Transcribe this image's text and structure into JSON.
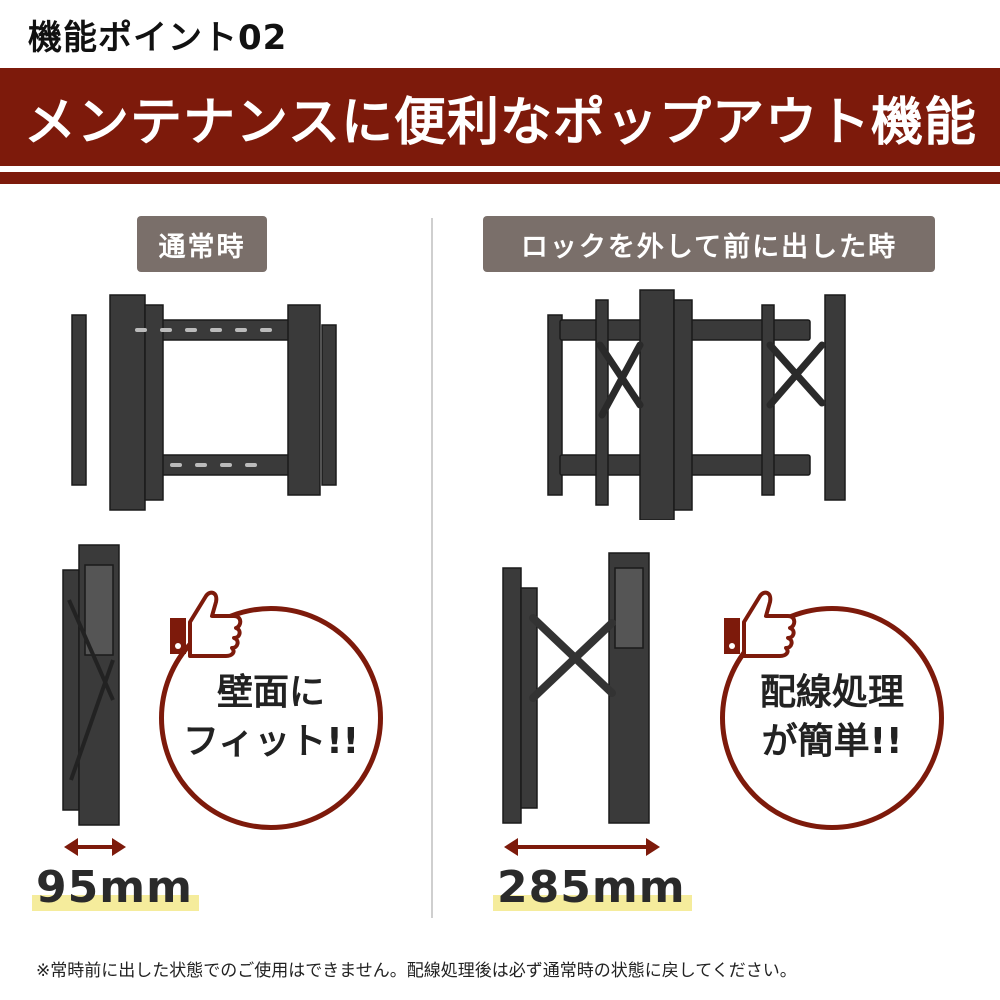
{
  "header": {
    "point_label": "機能ポイント02",
    "title": "メンテナンスに便利なポップアウト機能"
  },
  "left": {
    "tag": "通常時",
    "badge_text": "壁面に\nフィット!!",
    "measure": "95mm"
  },
  "right": {
    "tag": "ロックを外して前に出した時",
    "badge_text": "配線処理\nが簡単!!",
    "measure": "285mm"
  },
  "footnote": "※常時前に出した状態でのご使用はできません。配線処理後は必ず通常時の状態に戻してください。",
  "colors": {
    "brand": "#7d1a0b",
    "tag_bg": "#7a6f6a",
    "highlight": "#f5ec9c"
  },
  "icons": [
    "thumbs-up-icon",
    "double-arrow-icon"
  ]
}
